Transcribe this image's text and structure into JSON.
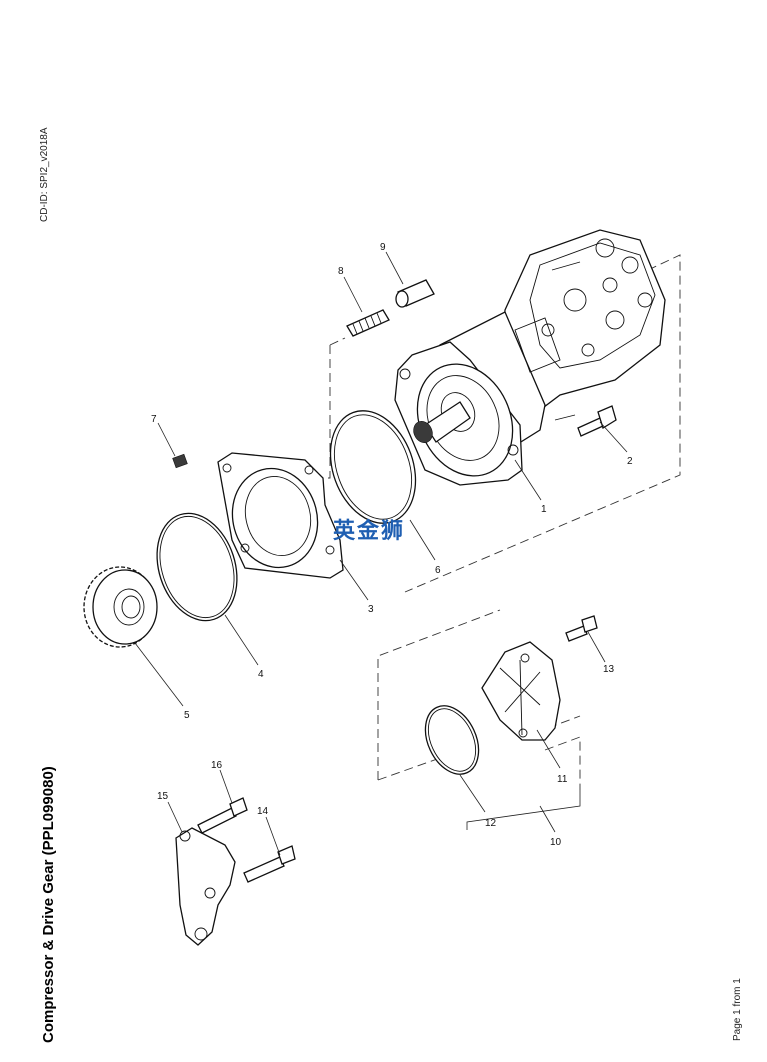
{
  "document": {
    "cd_id": "CD-ID: SPI2_v2018A",
    "title": "Compressor & Drive Gear (PPL099080)",
    "page_label": "Page 1 from 1",
    "watermark": "英金狮"
  },
  "callouts": [
    "1",
    "2",
    "3",
    "4",
    "5",
    "6",
    "7",
    "8",
    "9",
    "10",
    "11",
    "12",
    "13",
    "14",
    "15",
    "16"
  ],
  "colors": {
    "line": "#111111",
    "watermark": "#1f5fb2"
  }
}
